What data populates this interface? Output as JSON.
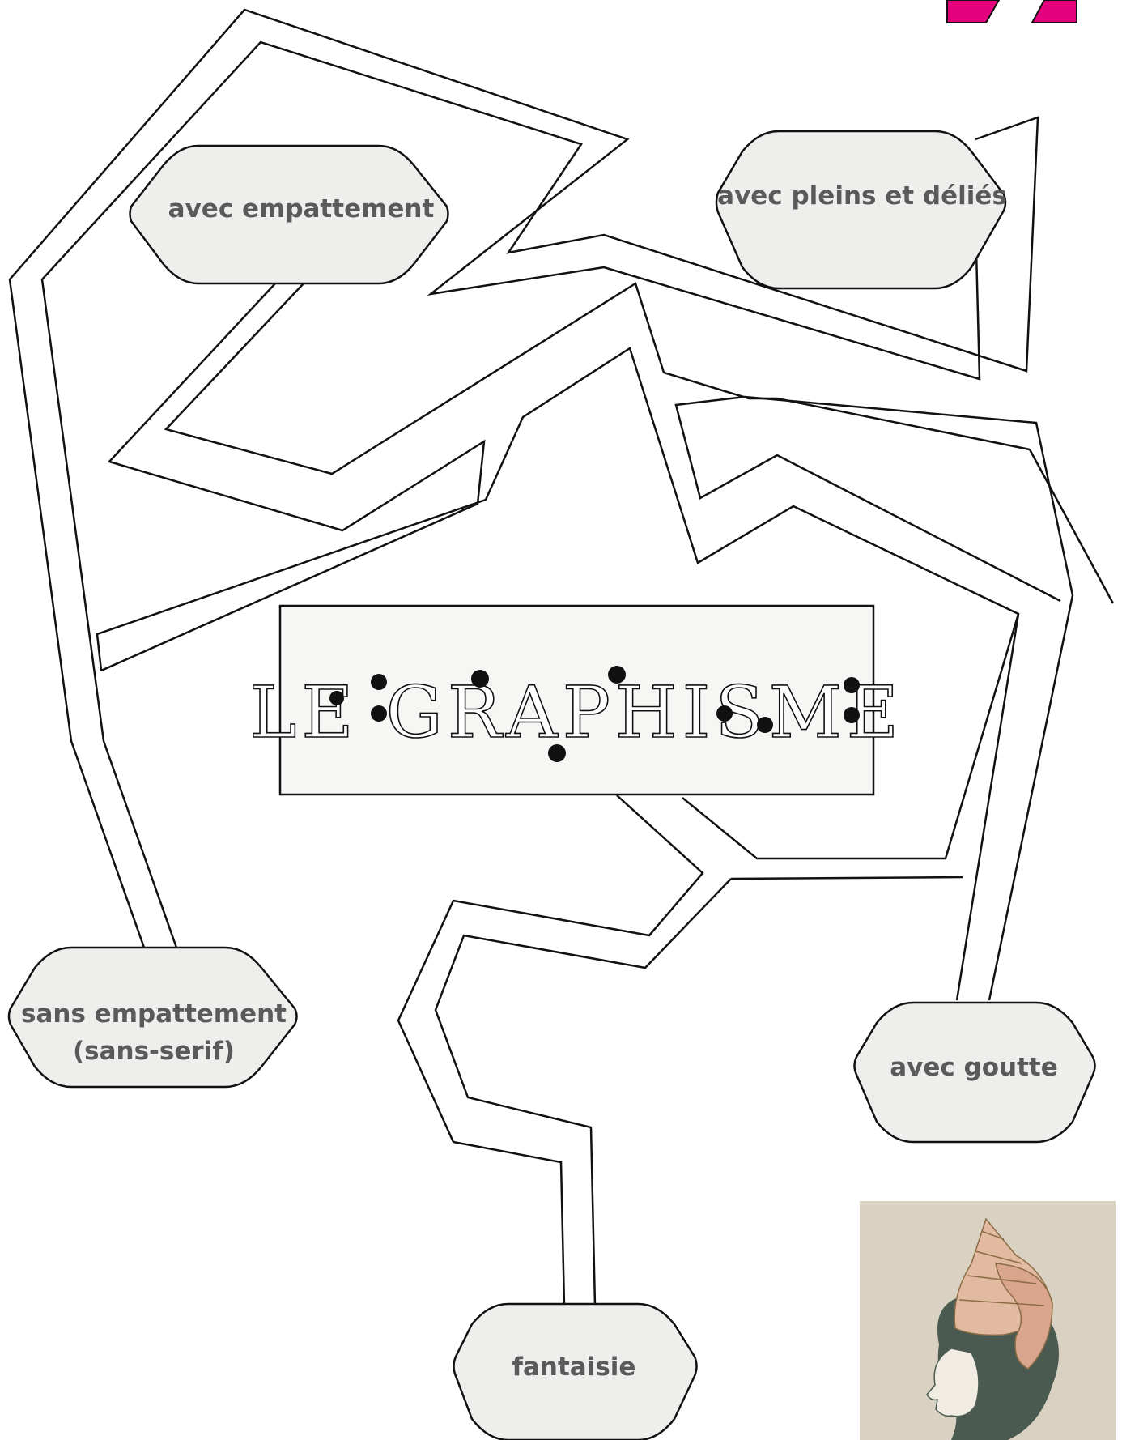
{
  "title": "LE GRAPHISME",
  "nodes": {
    "serif": "avec empattement",
    "contrast": "avec pleins et déliés",
    "sans_line1": "sans empattement",
    "sans_line2": "(sans-serif)",
    "drop": "avec goutte",
    "fantasy": "fantaisie"
  },
  "colors": {
    "node_fill": "#eeeeec",
    "node_text": "#5a5a5a",
    "outline": "#111111",
    "pink_accent": "#e5007e",
    "illustration_bg": "#d9d2c3",
    "shell": "#e2b9a1",
    "hair": "#4b5a50"
  },
  "decorations": [
    "pink-shape-fragment",
    "woman-with-shell-illustration"
  ]
}
